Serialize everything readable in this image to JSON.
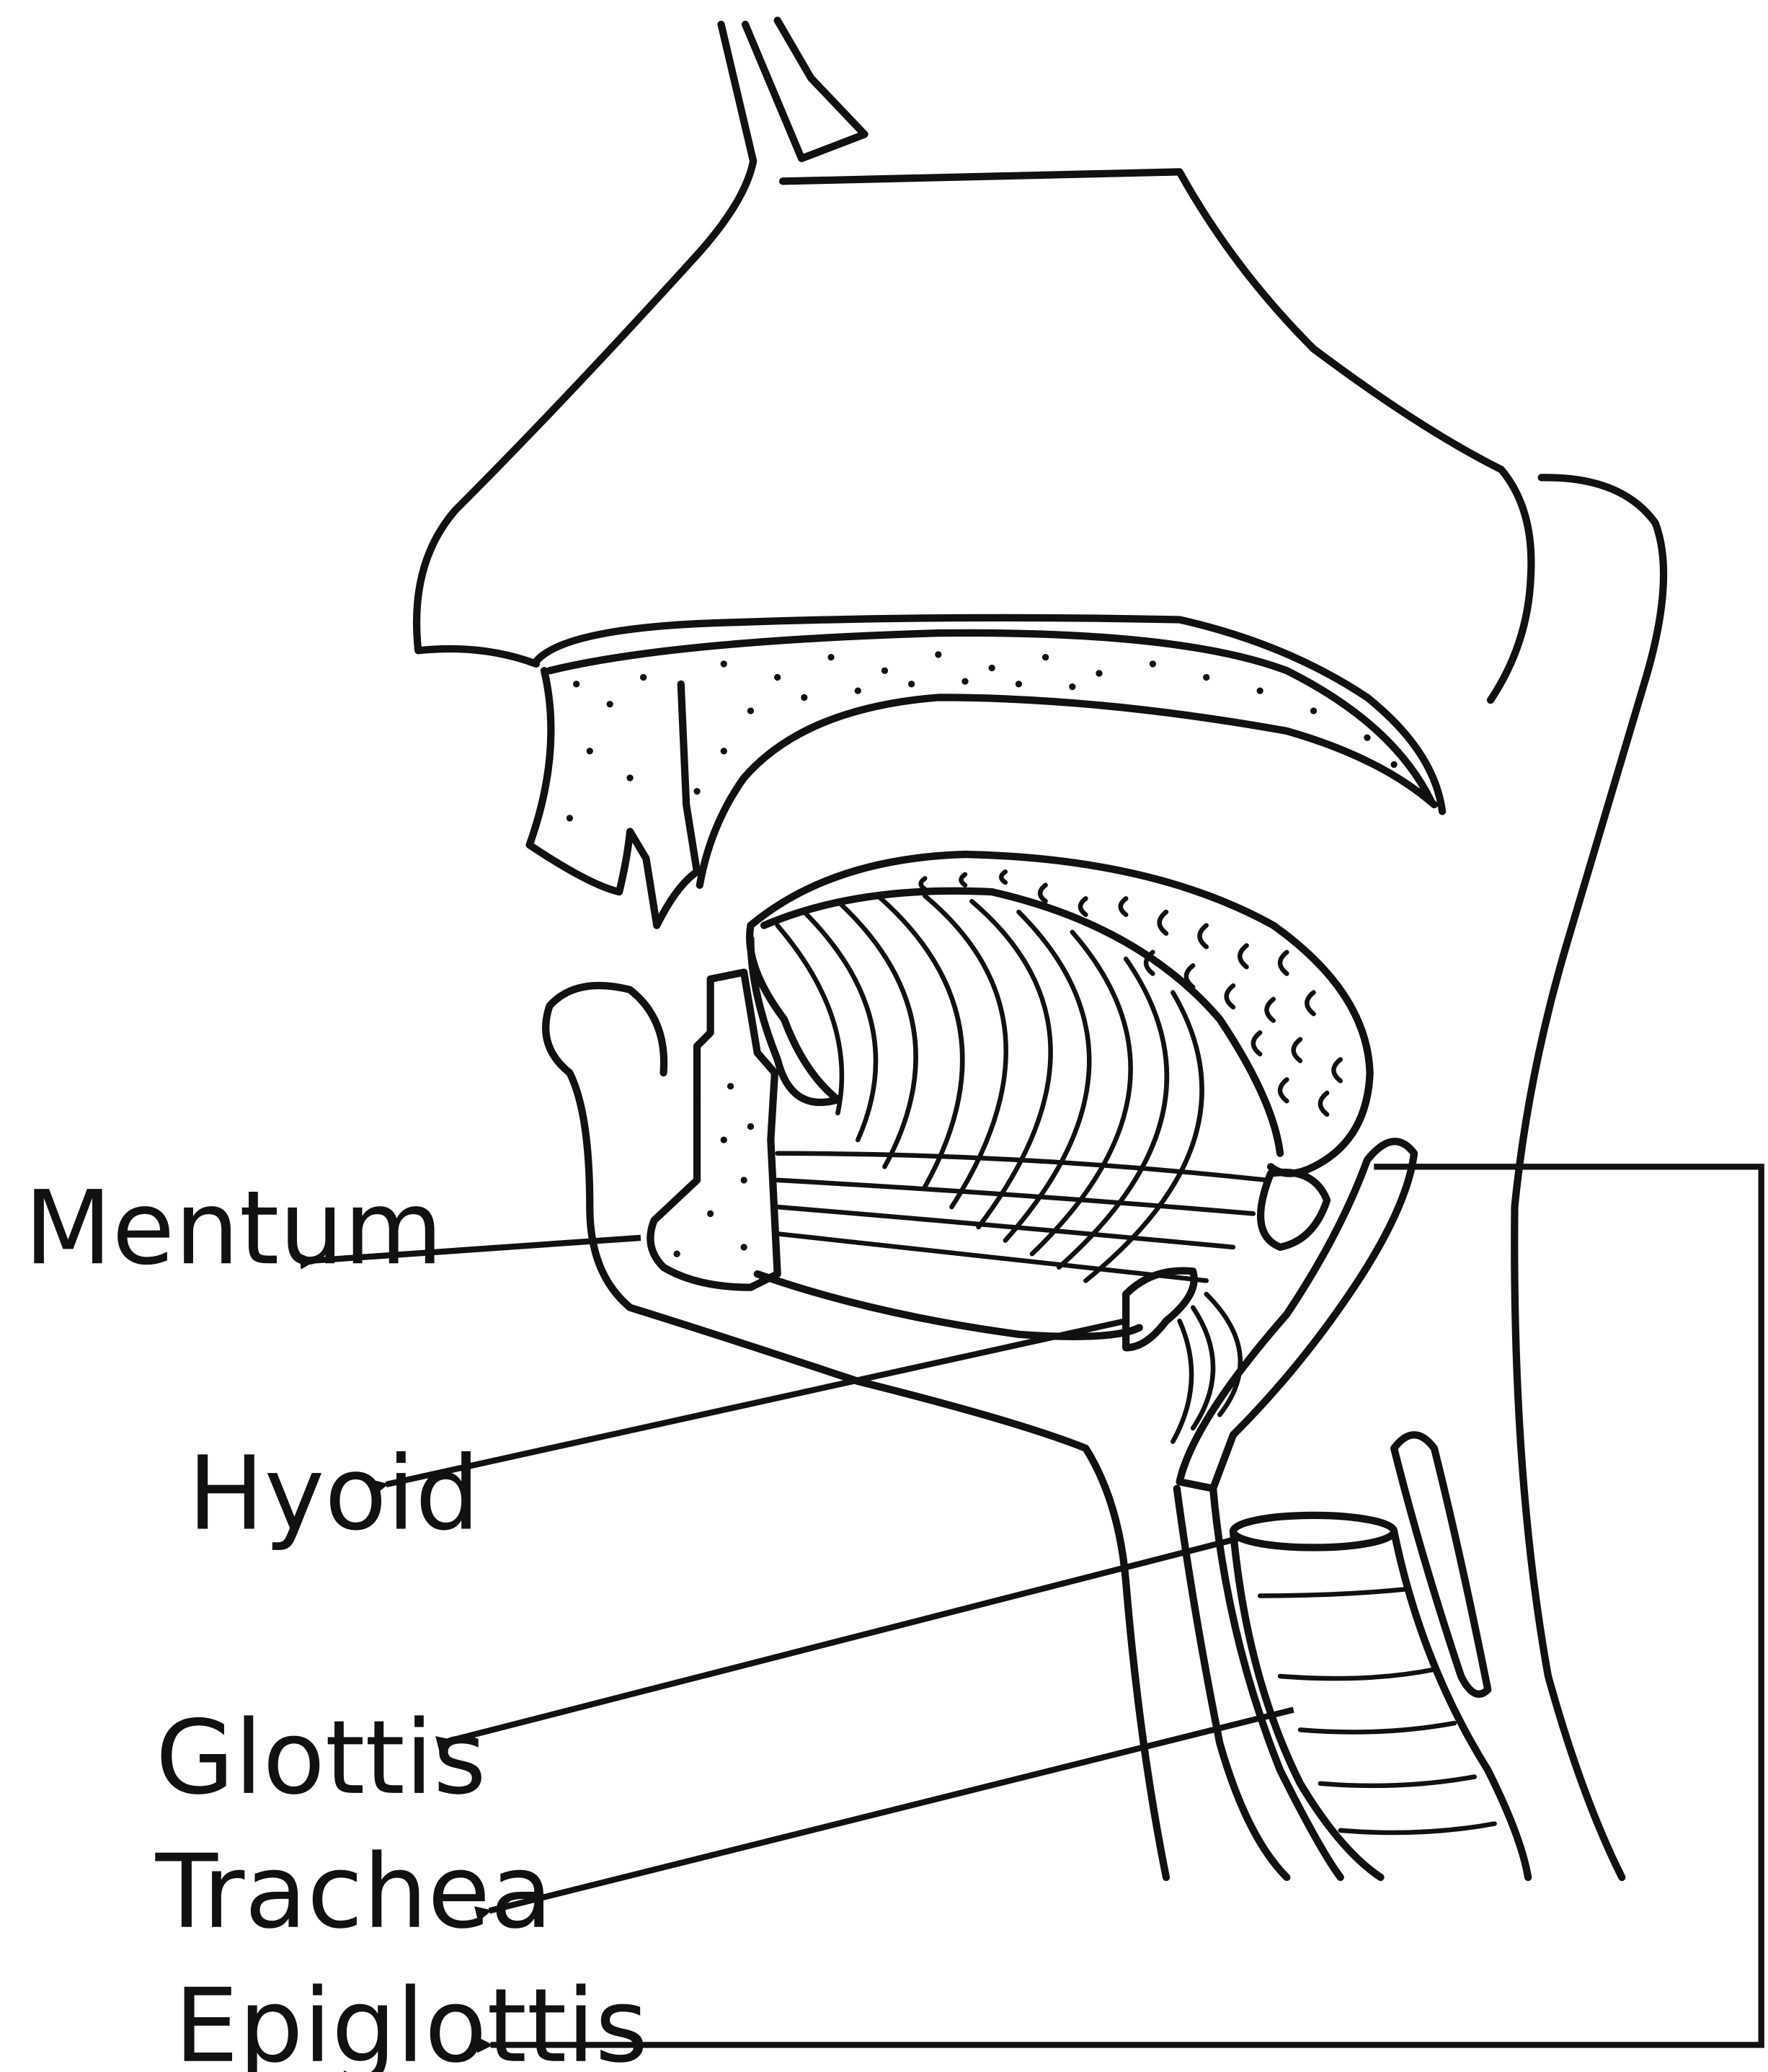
{
  "labels": {
    "mentum": "Mentum",
    "hyoid": "Hyoid",
    "glottis": "Glottis",
    "trachea": "Trachea",
    "epiglottis": "Epiglottis"
  },
  "colors": {
    "ink": "#111111",
    "background": "#ffffff"
  }
}
